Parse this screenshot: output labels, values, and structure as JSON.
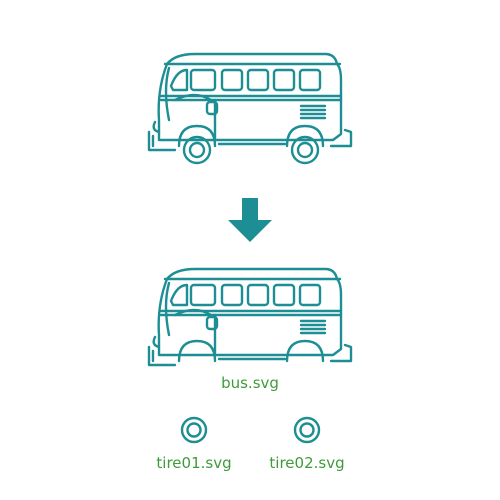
{
  "colors": {
    "stroke": "#1d8e93",
    "arrow": "#1d8e93",
    "label": "#3f9b3a",
    "background": "#ffffff"
  },
  "icons": {
    "bus_full": "bus-icon",
    "arrow": "arrow-down-icon",
    "bus_body": "bus-body-icon",
    "tire": "tire-icon"
  },
  "labels": {
    "bus": "bus.svg",
    "tire1": "tire01.svg",
    "tire2": "tire02.svg"
  }
}
